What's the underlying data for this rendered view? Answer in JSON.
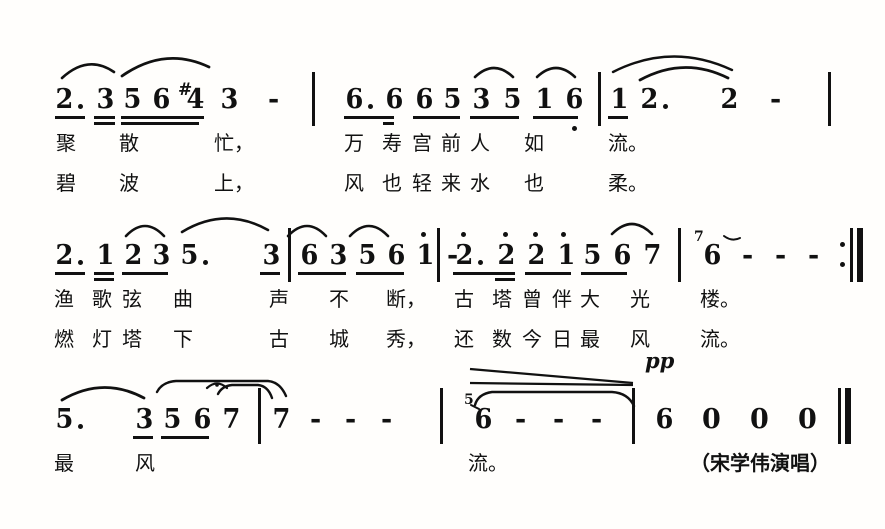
{
  "document": {
    "type": "jianpu-numbered-musical-score",
    "credit": "（宋学伟演唱）"
  },
  "systems": [
    {
      "id": "system-1",
      "measures": [
        {
          "id": "m1",
          "notes": [
            {
              "n": "2",
              "dot": true,
              "beams": 1,
              "oct": 0
            },
            {
              "n": "3",
              "dot": false,
              "beams": 2,
              "oct": 0
            },
            {
              "n": "5",
              "dot": false,
              "beams": 2,
              "oct": 0
            },
            {
              "n": "6",
              "dot": false,
              "beams": 2,
              "oct": 0
            },
            {
              "n": "4",
              "dot": false,
              "beams": 2,
              "oct": 0,
              "accidental": "#"
            },
            {
              "n": "3",
              "dot": false,
              "beams": 0,
              "oct": 0
            },
            {
              "n": "-",
              "dash": true
            }
          ]
        },
        {
          "id": "m2",
          "notes": [
            {
              "n": "6",
              "dot": true,
              "beams": 1,
              "oct": 0
            },
            {
              "n": "6",
              "dot": false,
              "beams": 2,
              "oct": 0
            },
            {
              "n": "6",
              "dot": false,
              "beams": 1,
              "oct": 0
            },
            {
              "n": "5",
              "dot": false,
              "beams": 1,
              "oct": 0
            },
            {
              "n": "3",
              "dot": false,
              "beams": 1,
              "oct": 0
            },
            {
              "n": "5",
              "dot": false,
              "beams": 1,
              "oct": 0
            },
            {
              "n": "1",
              "dot": false,
              "beams": 1,
              "oct": 0
            },
            {
              "n": "6",
              "dot": false,
              "beams": 1,
              "oct": -1
            }
          ]
        },
        {
          "id": "m3",
          "notes": [
            {
              "n": "1",
              "dot": false,
              "beams": 1,
              "oct": 0
            },
            {
              "n": "2",
              "dot": true,
              "beams": 0,
              "oct": 0
            },
            {
              "n": "2",
              "dot": false,
              "beams": 0,
              "oct": 0
            },
            {
              "n": "-",
              "dash": true
            }
          ]
        }
      ],
      "lyrics_a": [
        "聚",
        "散",
        "忙，",
        "万",
        "寿",
        "宫",
        "前",
        "人",
        "如",
        "流。"
      ],
      "lyrics_b": [
        "碧",
        "波",
        "上，",
        "风",
        "也",
        "轻",
        "来",
        "水",
        "也",
        "柔。"
      ]
    },
    {
      "id": "system-2",
      "measures": [
        {
          "id": "m4",
          "notes": [
            {
              "n": "2",
              "dot": true,
              "beams": 1,
              "oct": 0
            },
            {
              "n": "1",
              "dot": false,
              "beams": 2,
              "oct": 0
            },
            {
              "n": "2",
              "dot": false,
              "beams": 1,
              "oct": 0
            },
            {
              "n": "3",
              "dot": false,
              "beams": 1,
              "oct": 0
            },
            {
              "n": "5",
              "dot": true,
              "beams": 0,
              "oct": 0
            },
            {
              "n": "3",
              "dot": false,
              "beams": 1,
              "oct": 0
            }
          ]
        },
        {
          "id": "m5",
          "notes": [
            {
              "n": "6",
              "dot": false,
              "beams": 1,
              "oct": 0
            },
            {
              "n": "3",
              "dot": false,
              "beams": 1,
              "oct": 0
            },
            {
              "n": "5",
              "dot": false,
              "beams": 1,
              "oct": 0
            },
            {
              "n": "6",
              "dot": false,
              "beams": 1,
              "oct": 0
            },
            {
              "n": "1",
              "dot": false,
              "beams": 0,
              "oct": 1
            },
            {
              "n": "-",
              "dash": true
            }
          ]
        },
        {
          "id": "m6",
          "notes": [
            {
              "n": "2",
              "dot": true,
              "beams": 1,
              "oct": 1
            },
            {
              "n": "2",
              "dot": false,
              "beams": 2,
              "oct": 1
            },
            {
              "n": "2",
              "dot": false,
              "beams": 1,
              "oct": 1
            },
            {
              "n": "1",
              "dot": false,
              "beams": 1,
              "oct": 1
            },
            {
              "n": "5",
              "dot": false,
              "beams": 1,
              "oct": 0
            },
            {
              "n": "6",
              "dot": false,
              "beams": 1,
              "oct": 0
            },
            {
              "n": "7",
              "dot": false,
              "beams": 0,
              "oct": 0
            }
          ]
        },
        {
          "id": "m7",
          "grace": "7",
          "notes": [
            {
              "n": "6",
              "dot": false,
              "beams": 0,
              "oct": 0
            },
            {
              "n": "-",
              "dash": true
            },
            {
              "n": "-",
              "dash": true
            },
            {
              "n": "-",
              "dash": true
            },
            {
              "n": "-",
              "dash": true
            }
          ],
          "end": "repeat"
        }
      ],
      "lyrics_a": [
        "渔",
        "歌",
        "弦",
        "曲",
        "声",
        "不",
        "断，",
        "古",
        "塔",
        "曾",
        "伴",
        "大",
        "光",
        "楼。"
      ],
      "lyrics_b": [
        "燃",
        "灯",
        "塔",
        "下",
        "古",
        "城",
        "秀，",
        "还",
        "数",
        "今",
        "日",
        "最",
        "风",
        "流。"
      ]
    },
    {
      "id": "system-3",
      "measures": [
        {
          "id": "m8",
          "notes": [
            {
              "n": "5",
              "dot": true,
              "beams": 0,
              "oct": 0
            },
            {
              "n": "3",
              "dot": false,
              "beams": 1,
              "oct": 0
            },
            {
              "n": "5",
              "dot": false,
              "beams": 1,
              "oct": 0
            },
            {
              "n": "6",
              "dot": false,
              "beams": 1,
              "oct": 0
            },
            {
              "n": "7",
              "dot": false,
              "beams": 1,
              "oct": 0
            }
          ]
        },
        {
          "id": "m9",
          "notes": [
            {
              "n": "7",
              "dot": false,
              "beams": 0,
              "oct": 0
            },
            {
              "n": "-",
              "dash": true
            },
            {
              "n": "-",
              "dash": true
            },
            {
              "n": "-",
              "dash": true
            }
          ]
        },
        {
          "id": "m10",
          "grace": "5",
          "dynamic": "pp",
          "notes": [
            {
              "n": "6",
              "dot": false,
              "beams": 0,
              "oct": 0
            },
            {
              "n": "-",
              "dash": true
            },
            {
              "n": "-",
              "dash": true
            },
            {
              "n": "-",
              "dash": true
            }
          ]
        },
        {
          "id": "m11",
          "notes": [
            {
              "n": "6",
              "dot": false,
              "beams": 0,
              "oct": 0
            },
            {
              "n": "0",
              "dot": false,
              "beams": 0,
              "oct": 0
            },
            {
              "n": "0",
              "dot": false,
              "beams": 0,
              "oct": 0
            },
            {
              "n": "0",
              "dot": false,
              "beams": 0,
              "oct": 0
            }
          ],
          "end": "final"
        }
      ],
      "lyrics_a": [
        "最",
        "风",
        "流。"
      ],
      "lyrics_b": []
    }
  ],
  "glyphs": {
    "sharp": "♯",
    "dash": "–",
    "rest_zero": "0",
    "dynamic_pp": "pp"
  }
}
